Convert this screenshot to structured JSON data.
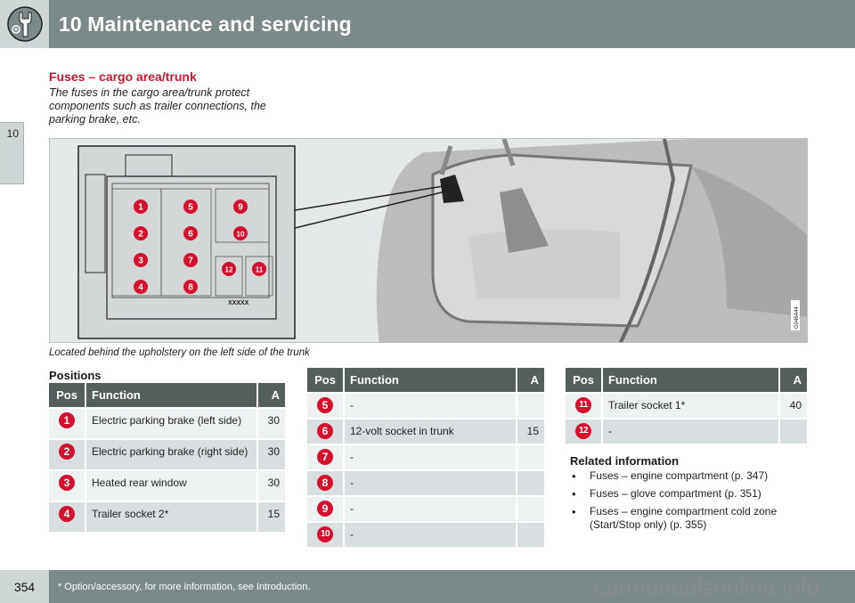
{
  "header": {
    "chapter_icon": "wrench-icon",
    "title": "10 Maintenance and servicing"
  },
  "chapter_tab": "10",
  "section": {
    "title": "Fuses – cargo area/trunk",
    "intro": "The fuses in the cargo area/trunk protect components such as trailer connections, the parking brake, etc."
  },
  "figure": {
    "caption": "Located behind the upholstery on the left side of the trunk",
    "image_code": "G046444",
    "fusebox_label": "XXXXX",
    "fuse_markers": [
      "1",
      "2",
      "3",
      "4",
      "5",
      "6",
      "7",
      "8",
      "9",
      "10",
      "11",
      "12"
    ]
  },
  "positions_label": "Positions",
  "table_headers": {
    "pos": "Pos",
    "function": "Function",
    "amp": "A"
  },
  "tables": [
    {
      "rows": [
        {
          "pos": "1",
          "function": "Electric parking brake (left side)",
          "amp": "30"
        },
        {
          "pos": "2",
          "function": "Electric parking brake (right side)",
          "amp": "30"
        },
        {
          "pos": "3",
          "function": "Heated rear window",
          "amp": "30"
        },
        {
          "pos": "4",
          "function": "Trailer socket 2*",
          "amp": "15"
        }
      ]
    },
    {
      "rows": [
        {
          "pos": "5",
          "function": "-",
          "amp": ""
        },
        {
          "pos": "6",
          "function": "12-volt socket in trunk",
          "amp": "15"
        },
        {
          "pos": "7",
          "function": "-",
          "amp": ""
        },
        {
          "pos": "8",
          "function": "-",
          "amp": ""
        },
        {
          "pos": "9",
          "function": "-",
          "amp": ""
        },
        {
          "pos": "10",
          "function": "-",
          "amp": ""
        }
      ]
    },
    {
      "rows": [
        {
          "pos": "11",
          "function": "Trailer socket 1*",
          "amp": "40"
        },
        {
          "pos": "12",
          "function": "-",
          "amp": ""
        }
      ]
    }
  ],
  "related": {
    "title": "Related information",
    "items": [
      "Fuses – engine compartment (p. 347)",
      "Fuses – glove compartment (p. 351)",
      "Fuses – engine compartment cold zone (Start/Stop only) (p. 355)"
    ]
  },
  "footer": {
    "page_number": "354",
    "asterisk": "*",
    "note": "Option/accessory, for more information, see Introduction.",
    "watermark": "carmanualsonline.info"
  },
  "colors": {
    "accent_red": "#d3112f",
    "header_gray": "#7b8a89",
    "table_header": "#535e5d",
    "side_box": "#cfd6d6"
  }
}
